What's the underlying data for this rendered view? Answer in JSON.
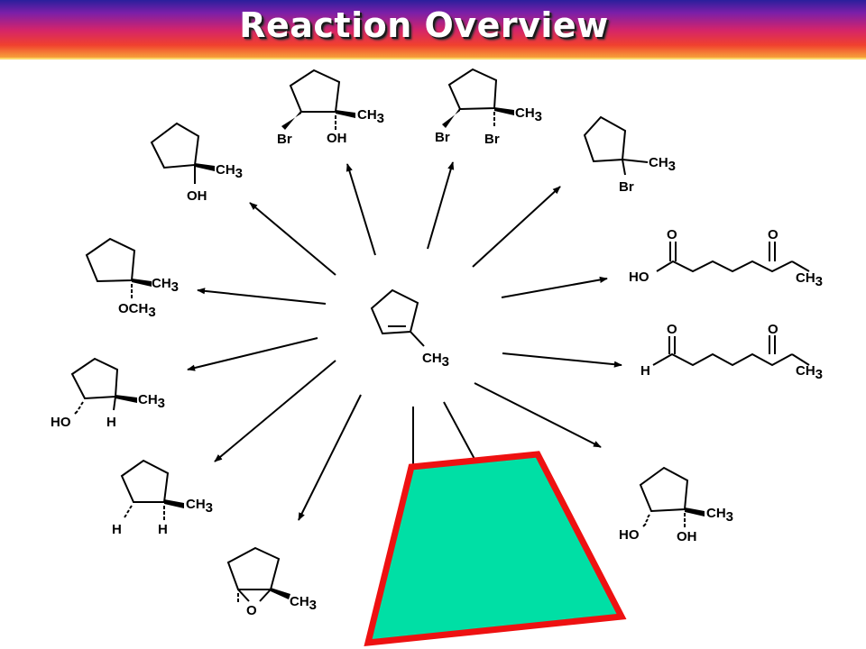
{
  "title": "Reaction Overview",
  "colors": {
    "box_fill": "#00dfa5",
    "box_border": "#ee1111"
  },
  "labels": {
    "center_ch3": "CH",
    "ch3_main": "CH",
    "ch3_sub": "3",
    "och3_main": "OCH",
    "br": "Br",
    "oh": "OH",
    "ho": "HO",
    "h": "H",
    "o": "O"
  }
}
